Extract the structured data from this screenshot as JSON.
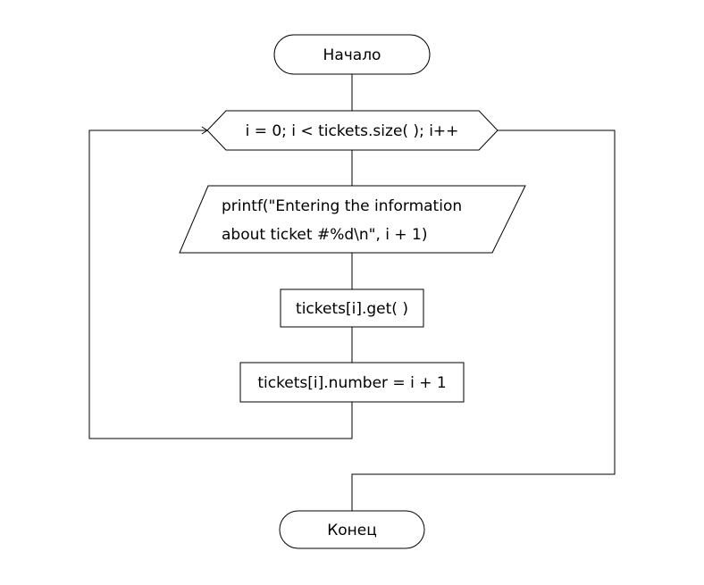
{
  "diagram": {
    "start_label": "Начало",
    "loop_label": "i = 0; i < tickets.size( ); i++",
    "io_line1": "printf(\"Entering the information",
    "io_line2": "about ticket #%d\\n\", i + 1)",
    "process1_label": "tickets[i].get( )",
    "process2_label": "tickets[i].number = i + 1",
    "end_label": "Конец"
  },
  "colors": {
    "background": "#ffffff",
    "stroke": "#000000",
    "text": "#000000"
  }
}
